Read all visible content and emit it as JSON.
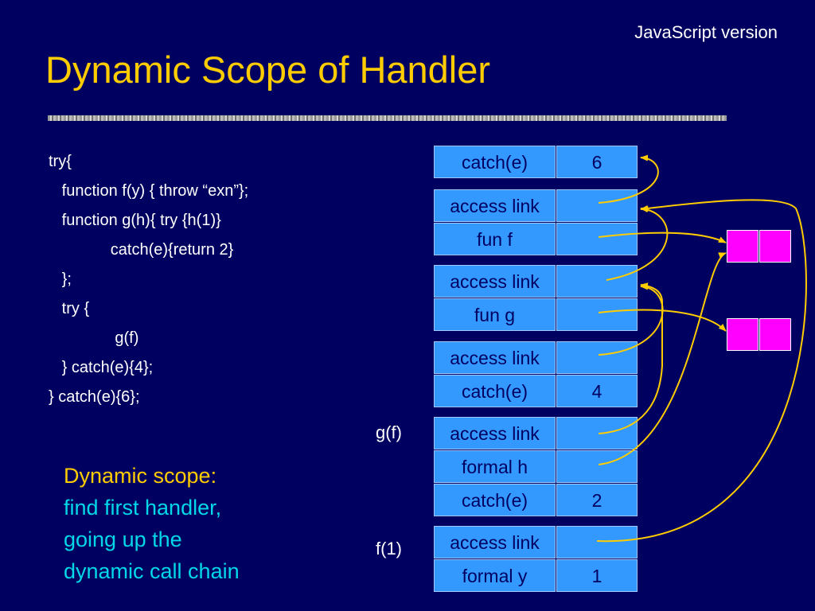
{
  "header": {
    "corner_note": "JavaScript version",
    "title": "Dynamic Scope of Handler"
  },
  "code": {
    "lines": [
      "try{",
      "   function f(y) { throw “exn”};",
      "   function g(h){ try {h(1)}",
      "              catch(e){return 2}",
      "   };",
      "   try {",
      "               g(f)",
      "   } catch(e){4};",
      "} catch(e){6};"
    ]
  },
  "note": {
    "heading": "Dynamic scope:",
    "body": [
      "find first handler,",
      "going up the",
      "dynamic call chain"
    ]
  },
  "frames": {
    "outer_catch": {
      "label": "catch(e)",
      "value": "6"
    },
    "f_decl": {
      "access_label": "access link",
      "fun_label": "fun f"
    },
    "g_decl": {
      "access_label": "access link",
      "fun_label": "fun g"
    },
    "inner_catch": {
      "access_label": "access link",
      "catch_label": "catch(e)",
      "catch_value": "4"
    },
    "g_call": {
      "call_label": "g(f)",
      "access_label": "access link",
      "formal_label": "formal h",
      "catch_label": "catch(e)",
      "catch_value": "2"
    },
    "f_call": {
      "call_label": "f(1)",
      "access_label": "access link",
      "formal_label": "formal y",
      "formal_value": "1"
    }
  },
  "colors": {
    "background": "#000060",
    "title": "#ffcc00",
    "note_body": "#00d8e8",
    "cell": "#3399ff",
    "closure": "#ff00ff",
    "arrow": "#ffcc00"
  }
}
